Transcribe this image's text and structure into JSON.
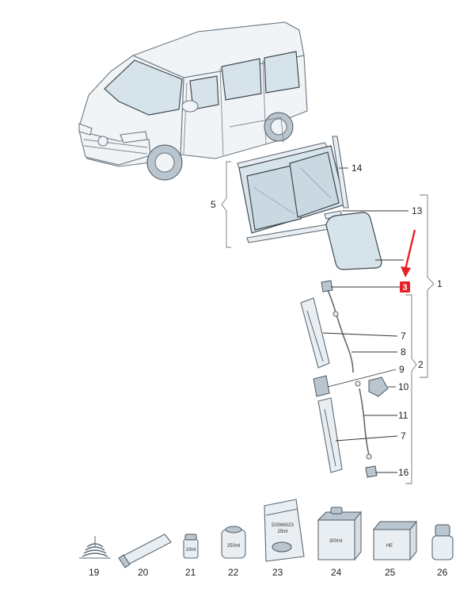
{
  "callouts": [
    {
      "id": "c1",
      "text": "1"
    },
    {
      "id": "c2",
      "text": "2"
    },
    {
      "id": "c5",
      "text": "5"
    },
    {
      "id": "c7a",
      "text": "7"
    },
    {
      "id": "c7b",
      "text": "7"
    },
    {
      "id": "c8",
      "text": "8"
    },
    {
      "id": "c9",
      "text": "9"
    },
    {
      "id": "c10",
      "text": "10"
    },
    {
      "id": "c11",
      "text": "11"
    },
    {
      "id": "c13",
      "text": "13"
    },
    {
      "id": "c14",
      "text": "14"
    },
    {
      "id": "c16",
      "text": "16"
    },
    {
      "id": "c19",
      "text": "19"
    },
    {
      "id": "c20",
      "text": "20"
    },
    {
      "id": "c21",
      "text": "21"
    },
    {
      "id": "c22",
      "text": "22"
    },
    {
      "id": "c23",
      "text": "23"
    },
    {
      "id": "c24",
      "text": "24"
    },
    {
      "id": "c25",
      "text": "25"
    },
    {
      "id": "c26",
      "text": "26"
    }
  ],
  "highlight": {
    "text": "3",
    "color": "#e8202a"
  },
  "arrow_color": "#e8202a",
  "product_labels": {
    "tube_21": "10ml",
    "can_22": "250ml",
    "pouch_23_line1": "D0066023",
    "pouch_23_line2": "25ml",
    "box_24": "300ml",
    "box_25": "HE"
  }
}
